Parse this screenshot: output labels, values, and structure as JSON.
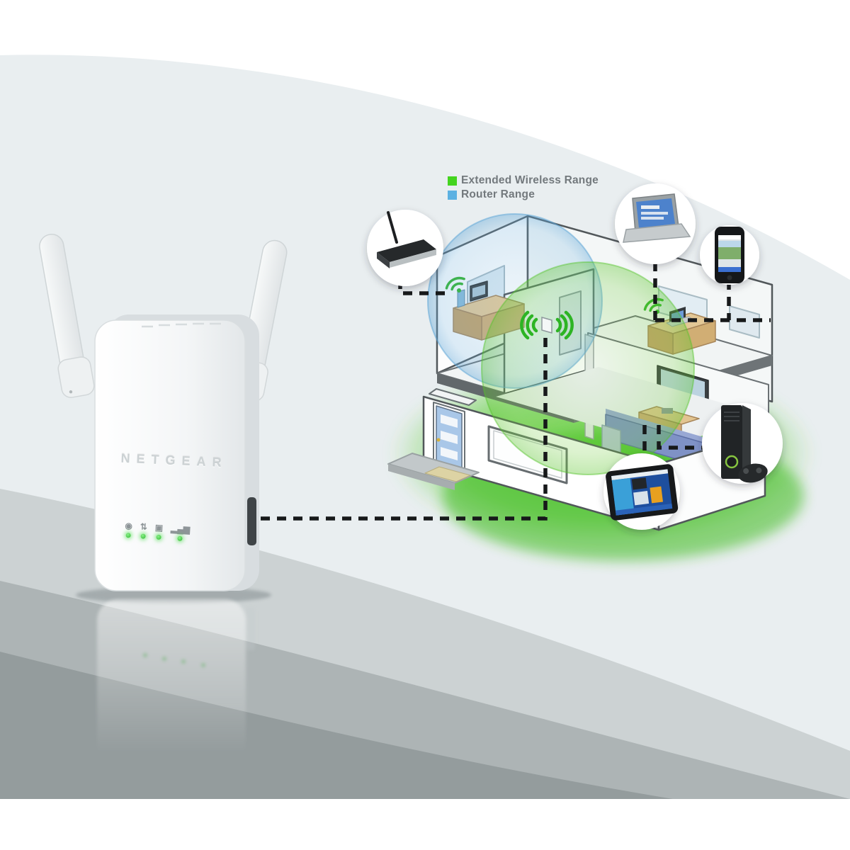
{
  "legend": {
    "items": [
      {
        "label": "Extended Wireless Range",
        "color": "#44d41f"
      },
      {
        "label": "Router Range",
        "color": "#5cb1e2"
      }
    ]
  },
  "device": {
    "brand": "NETGEAR",
    "leds": [
      {
        "name": "wps-led-icon",
        "glyph": "◉"
      },
      {
        "name": "traffic-arrows-led-icon",
        "glyph": "⇅"
      },
      {
        "name": "device-link-led-icon",
        "glyph": "▣"
      },
      {
        "name": "signal-strength-led-icon",
        "glyph": "▂▄▆"
      }
    ],
    "led_color": "#3ec43e"
  },
  "diagram": {
    "callouts": [
      "wifi-router",
      "laptop",
      "smartphone",
      "game-console",
      "tablet"
    ],
    "range_colors": {
      "extended": "#6fcf3f",
      "router": "#6fb1de"
    },
    "dashed_line_color": "#17191a"
  }
}
